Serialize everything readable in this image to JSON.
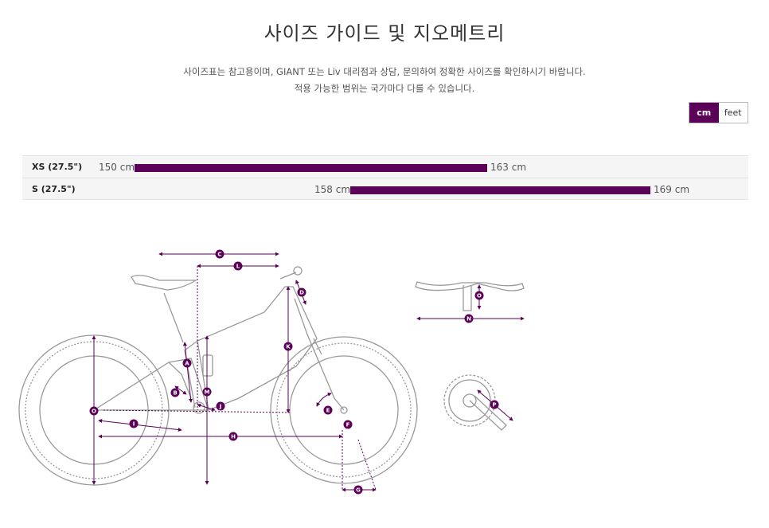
{
  "page": {
    "title": "사이즈 가이드 및 지오메트리",
    "description_line1": "사이즈표는 참고용이며, GIANT 또는 Liv 대리점과 상담, 문의하여 정확한 사이즈를 확인하시기 바랍니다.",
    "description_line2": "적용 가능한 범위는 국가마다 다를 수 있습니다."
  },
  "units": {
    "options": [
      "cm",
      "feet"
    ],
    "selected": "cm"
  },
  "size_chart": {
    "rows": [
      {
        "size": "XS (27.5\")",
        "min": 150,
        "max": 163,
        "min_label": "150 cm",
        "max_label": "163 cm"
      },
      {
        "size": "S (27.5\")",
        "min": 158,
        "max": 169,
        "min_label": "158 cm",
        "max_label": "169 cm"
      }
    ]
  },
  "colors": {
    "accent": "#5b0158",
    "line": "#999999"
  },
  "geometry_labels": [
    "A",
    "B",
    "C",
    "D",
    "E",
    "F",
    "G",
    "H",
    "I",
    "J",
    "K",
    "L",
    "M",
    "N",
    "O",
    "O",
    "P"
  ]
}
